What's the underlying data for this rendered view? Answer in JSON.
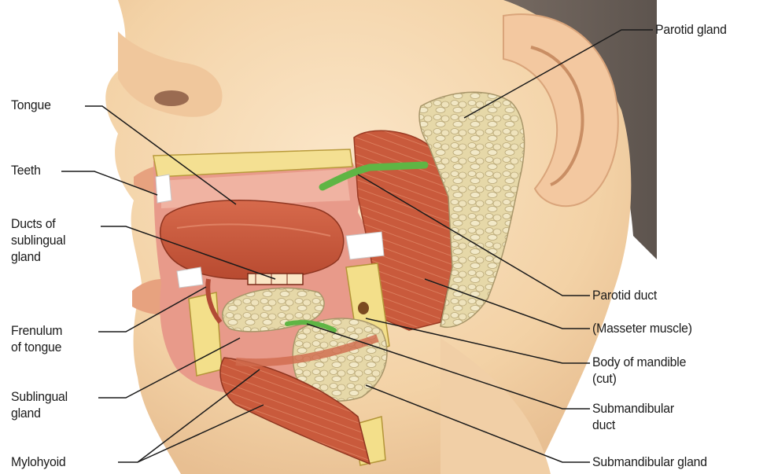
{
  "labels": {
    "tongue": "Tongue",
    "teeth": "Teeth",
    "ducts_sublingual": "Ducts of\nsublingual\ngland",
    "frenulum": "Frenulum\nof tongue",
    "sublingual_gland": "Sublingual\ngland",
    "mylohyoid": "Mylohyoid",
    "parotid_gland": "Parotid gland",
    "parotid_duct": "Parotid duct",
    "masseter": "(Masseter muscle)",
    "mandible": "Body of mandible\n(cut)",
    "submandibular_duct": "Submandibular\nduct",
    "submandibular_gland": "Submandibular gland"
  },
  "colors": {
    "skin": "#f6d8b0",
    "skin_shadow": "#e7b98d",
    "muscle": "#c8563a",
    "gland": "#e9dcb0",
    "bone": "#f3df8a",
    "duct": "#6cbf4a",
    "leader": "#1a1a1a"
  }
}
